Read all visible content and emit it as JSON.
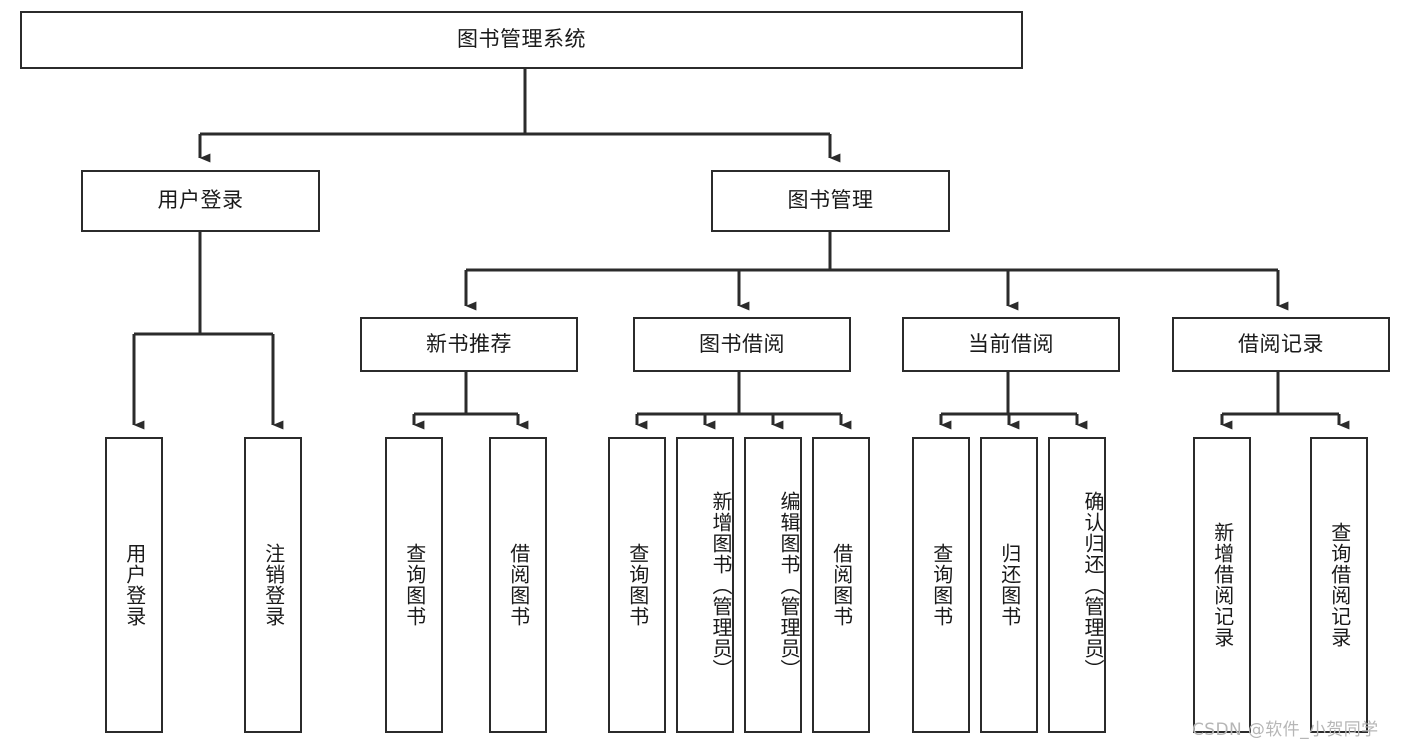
{
  "diagram": {
    "title_node": {
      "label": "图书管理系统"
    },
    "level2": [
      {
        "id": "user-login",
        "label": "用户登录"
      },
      {
        "id": "book-manage",
        "label": "图书管理"
      }
    ],
    "level3": [
      {
        "id": "new-book-recommend",
        "label": "新书推荐"
      },
      {
        "id": "book-borrow",
        "label": "图书借阅"
      },
      {
        "id": "current-borrow",
        "label": "当前借阅"
      },
      {
        "id": "borrow-record",
        "label": "借阅记录"
      }
    ],
    "leaves": {
      "user_login": [
        {
          "id": "leaf-user-login",
          "label": "用户登录"
        },
        {
          "id": "leaf-logout-login",
          "label": "注销登录"
        }
      ],
      "new_book_recommend": [
        {
          "id": "leaf-query-book-1",
          "label": "查询图书"
        },
        {
          "id": "leaf-borrow-book-1",
          "label": "借阅图书"
        }
      ],
      "book_borrow": [
        {
          "id": "leaf-query-book-2",
          "label": "查询图书"
        },
        {
          "id": "leaf-add-book",
          "label": "新增图书（管理员）"
        },
        {
          "id": "leaf-edit-book",
          "label": "编辑图书（管理员）"
        },
        {
          "id": "leaf-borrow-book-2",
          "label": "借阅图书"
        }
      ],
      "current_borrow": [
        {
          "id": "leaf-query-book-3",
          "label": "查询图书"
        },
        {
          "id": "leaf-return-book",
          "label": "归还图书"
        },
        {
          "id": "leaf-confirm-return",
          "label": "确认归还（管理员）"
        }
      ],
      "borrow_record": [
        {
          "id": "leaf-add-record",
          "label": "新增借阅记录"
        },
        {
          "id": "leaf-query-record",
          "label": "查询借阅记录"
        }
      ]
    }
  },
  "watermark": {
    "text": "CSDN @软件_小贺同学"
  },
  "colors": {
    "stroke": "#2b2b2b",
    "background": "#ffffff",
    "text": "#1a1a1a",
    "watermark": "#b6b6b6"
  }
}
